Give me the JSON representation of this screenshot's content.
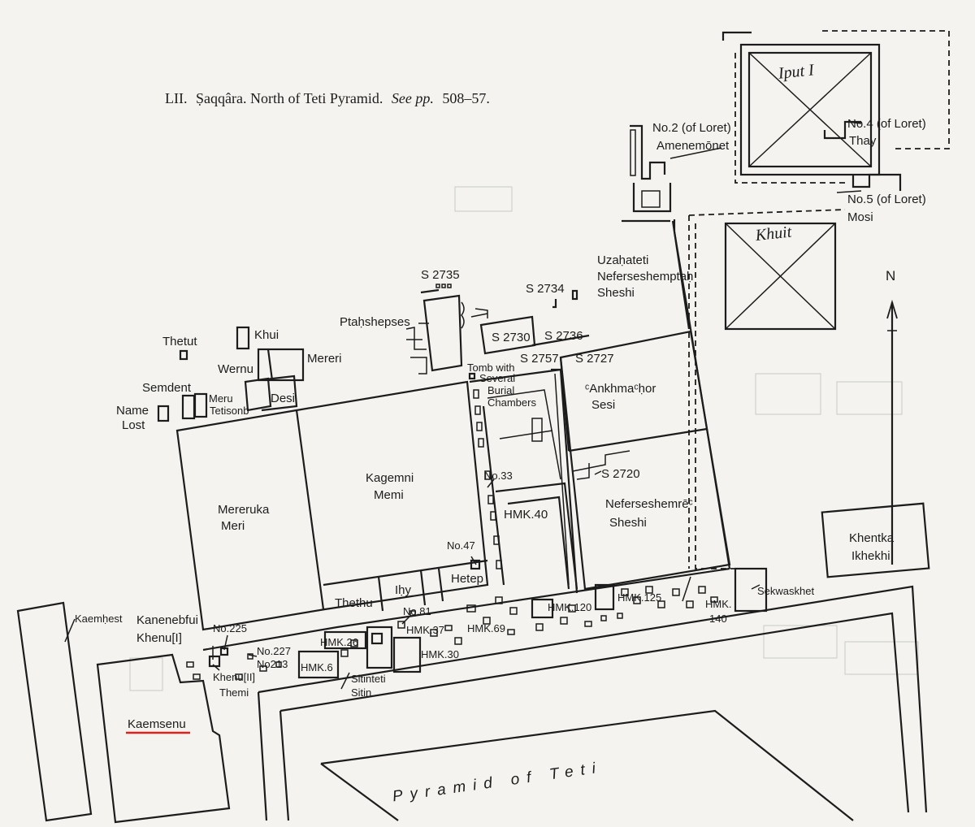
{
  "title": {
    "plate": "LII.",
    "text": "Ṣaqqâra. North of Teti Pyramid.",
    "see": "See pp.",
    "pages": "508–57."
  },
  "compass": {
    "label": "N"
  },
  "highlight": {
    "color": "#e0201b"
  },
  "labels": {
    "iput": "Iput I",
    "khuit": "Khuit",
    "no2": "No.2 (of Loret)",
    "amenemonet": "Amenemōnet",
    "no4": "No.4 (of Loret)",
    "thay": "Thay",
    "no5": "No.5 (of Loret)",
    "mosi": "Mosi",
    "uzahateti": "Uzaḥateti",
    "neferseshemptah": "Neferseshemptaḥ",
    "sheshi1": "Sheshi",
    "s2735": "S 2735",
    "s2734": "S 2734",
    "ptahshepses": "Ptaḥshepses",
    "s2730": "S 2730",
    "s2736": "S 2736",
    "s2757": "S 2757",
    "s2727": "S 2727",
    "tomb1": "Tomb with",
    "tomb2": "Several",
    "tomb3": "Burial",
    "tomb4": "Chambers",
    "ankhmahor": "ᶜAnkhmaᶜḥor",
    "sesi": "Sesi",
    "thetut": "Thetut",
    "khui": "Khui",
    "wernu": "Wernu",
    "mereri": "Mereri",
    "semdent": "Semdent",
    "meru": "Meru",
    "tetisonb": "Tetisonb",
    "desi": "Desi",
    "name": "Name",
    "lost": "Lost",
    "kagemni": "Kagemni",
    "memi": "Memi",
    "mereruka": "Mereruka",
    "meri": "Meri",
    "no33": "No.33",
    "hmk40": "HMK.40",
    "s2720": "S 2720",
    "neferseshemre": "Neferseshemrēᶜ",
    "sheshi2": "Sheshi",
    "khentka": "Khentka",
    "ikhekhi": "Ikhekhi",
    "no47": "No.47",
    "hetep": "Hetep",
    "ihy": "Iḥy",
    "thethu": "Thethu",
    "sekwaskhet": "Sekwaskhet",
    "hmk120": "HMK.120",
    "hmk125": "HMK.125",
    "hmk140a": "HMK.",
    "hmk140b": "140",
    "kaemhest": "Kaemḥest",
    "kanenebfui": "Kanenebfui",
    "khenu1": "Khenu[I]",
    "no225": "No.225",
    "no81": "No.81",
    "hmk37": "HMK.37",
    "hmk69": "HMK.69",
    "no227": "No.227",
    "no213": "No213",
    "hmk26": "HMK.26",
    "hmk6": "HMK.6",
    "hmk30": "HMK.30",
    "khenu2": "Khenu[II]",
    "themi": "Themi",
    "sitinteti": "Sitinteti",
    "sitin": "Sitin",
    "kaemsenu": "Kaemsenu",
    "pyramid": "Pyramid of Teti"
  }
}
